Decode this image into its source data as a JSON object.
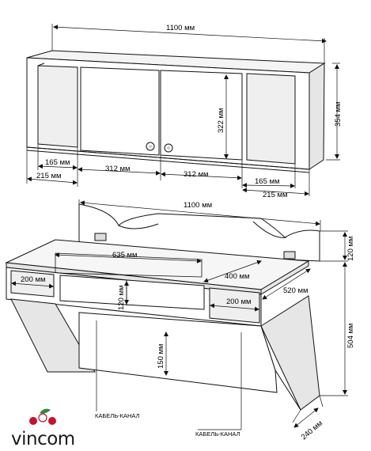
{
  "shelf": {
    "width_label": "1100 мм",
    "height_label": "354 мм",
    "door_height_label": "322 мм",
    "niche_left_label": "165 мм",
    "side_left_label": "215 мм",
    "door_left_label": "312 мм",
    "door_right_label": "312 мм",
    "niche_right_label": "165 мм",
    "side_right_label": "215 мм"
  },
  "desk": {
    "width_label": "1100 мм",
    "top_height_label": "120 мм",
    "total_height_label": "504 мм",
    "compartment_width_label": "635 мм",
    "shelf_depth_label": "400 мм",
    "depth_label": "520 мм",
    "left_niche_label": "200 мм",
    "right_niche_label": "200 мм",
    "inner_height_label": "120 мм",
    "leg_gap_label": "150 мм",
    "base_depth_label": "240 мм",
    "cable_channel_left": "КАБЕЛЬ-КАНАЛ",
    "cable_channel_right": "КАБЕЛЬ-КАНАЛ"
  },
  "logo": {
    "text": "vincom",
    "colors": {
      "berry_red": "#c8102e",
      "berry_white": "#ffffff",
      "leaf_green": "#2e8b3a"
    }
  },
  "colors": {
    "line": "#111111",
    "panel_shade": "#e6e6e6",
    "background": "#ffffff"
  }
}
